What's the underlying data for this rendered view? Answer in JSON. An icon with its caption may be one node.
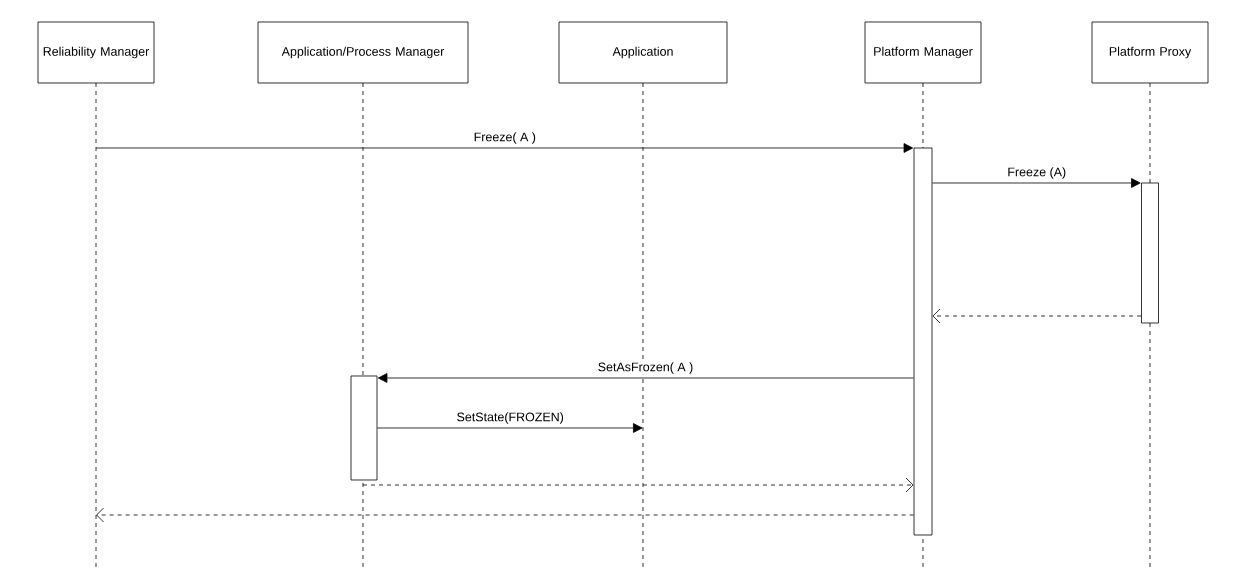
{
  "diagram": {
    "nodes": [
      {
        "text": [
          "Reliability Manager"
        ]
      },
      {
        "text": [
          "Application/Process Manager"
        ]
      },
      {
        "text": [
          "Application"
        ]
      },
      {
        "text": [
          "Platform Manager"
        ]
      },
      {
        "text": [
          "Platform Proxy"
        ]
      },
      {
        "text": [],
        "shape": "line"
      },
      {
        "text": [],
        "shape": "line"
      },
      {
        "text": [],
        "shape": "line"
      },
      {
        "text": [],
        "shape": "line"
      },
      {
        "text": [],
        "shape": "line"
      },
      {
        "text": [],
        "shape": "bar"
      },
      {
        "text": [],
        "shape": "bar"
      },
      {
        "text": [],
        "shape": "bar"
      }
    ],
    "edges": [
      {
        "from": 5,
        "to": 10,
        "arrow": "to",
        "label": "Freeze( A )"
      },
      {
        "from": 10,
        "to": 11,
        "arrow": "to",
        "label": "Freeze (A)"
      },
      {
        "from": 11,
        "to": 10,
        "arrow": "to",
        "style": "dashed"
      },
      {
        "from": 10,
        "to": 12,
        "arrow": "to",
        "label": "SetAsFrozen( A )"
      },
      {
        "from": 12,
        "to": 7,
        "arrow": "to",
        "label": "SetState(FROZEN)"
      },
      {
        "from": 6,
        "to": 10,
        "arrow": "to",
        "style": "dashed"
      },
      {
        "from": 10,
        "to": 5,
        "arrow": "to",
        "style": "dashed"
      }
    ]
  }
}
